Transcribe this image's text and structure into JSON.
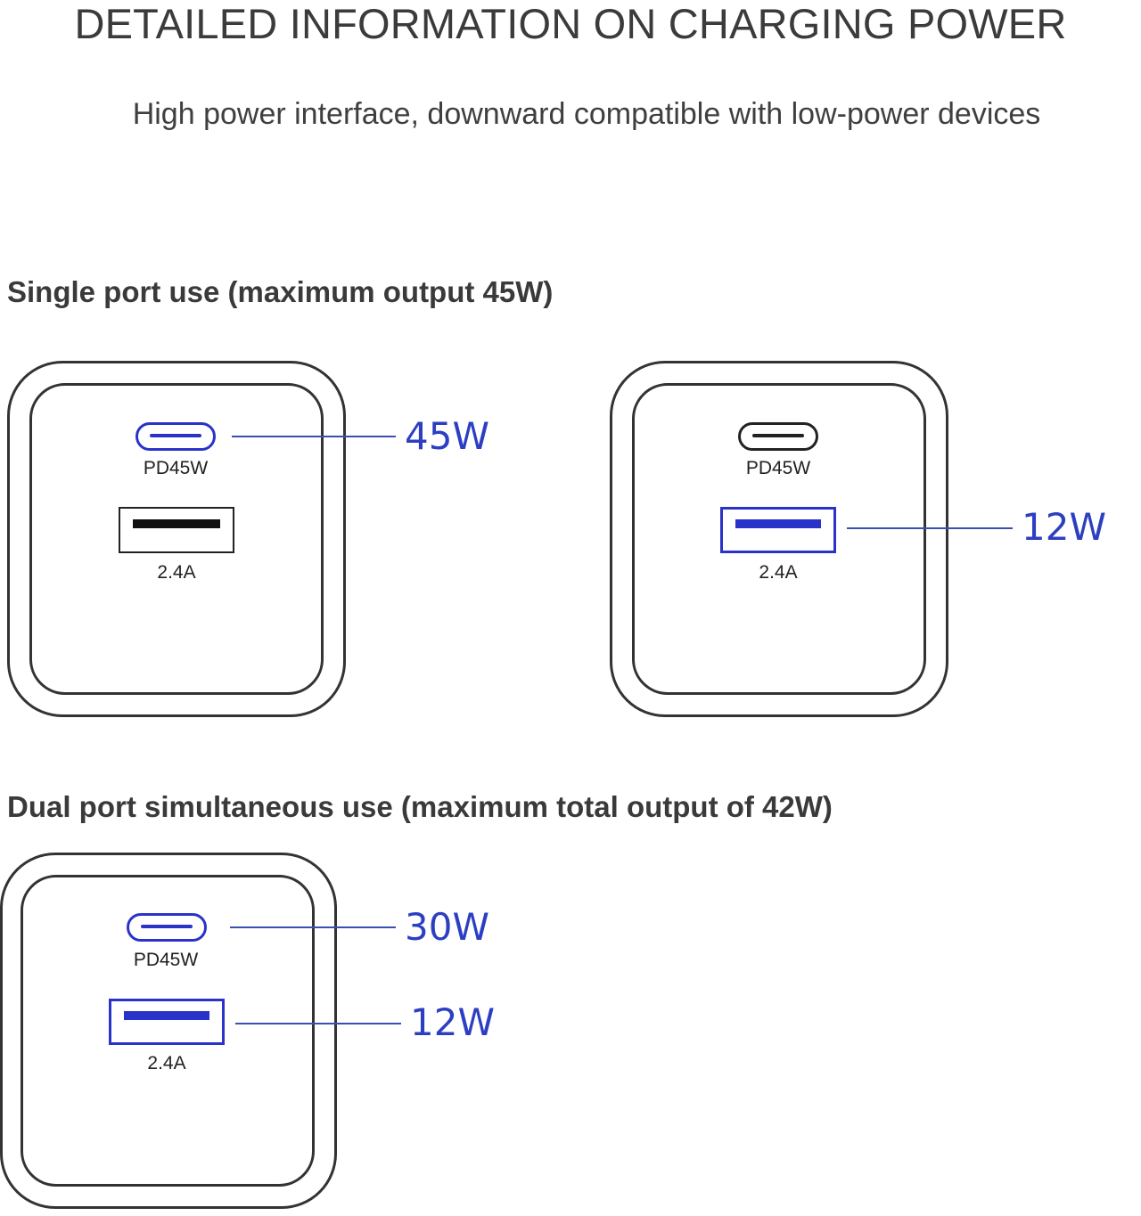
{
  "header": {
    "title": "DETAILED INFORMATION ON CHARGING POWER",
    "subtitle": "High power interface, downward compatible with low-power devices"
  },
  "sections": [
    {
      "title": "Single port use (maximum output 45W)",
      "chargers": [
        {
          "type_c_label": "PD45W",
          "usb_a_label": "2.4A",
          "type_c_power": "45W",
          "active": [
            "type-c"
          ]
        },
        {
          "type_c_label": "PD45W",
          "usb_a_label": "2.4A",
          "usb_a_power": "12W",
          "active": [
            "usb-a"
          ]
        }
      ]
    },
    {
      "title": "Dual port simultaneous use (maximum total output of 42W)",
      "chargers": [
        {
          "type_c_label": "PD45W",
          "usb_a_label": "2.4A",
          "type_c_power": "30W",
          "usb_a_power": "12W",
          "active": [
            "type-c",
            "usb-a"
          ]
        }
      ]
    }
  ],
  "colors": {
    "accent": "#2a33c9",
    "outline": "#333333",
    "text": "#3b3b3b"
  }
}
